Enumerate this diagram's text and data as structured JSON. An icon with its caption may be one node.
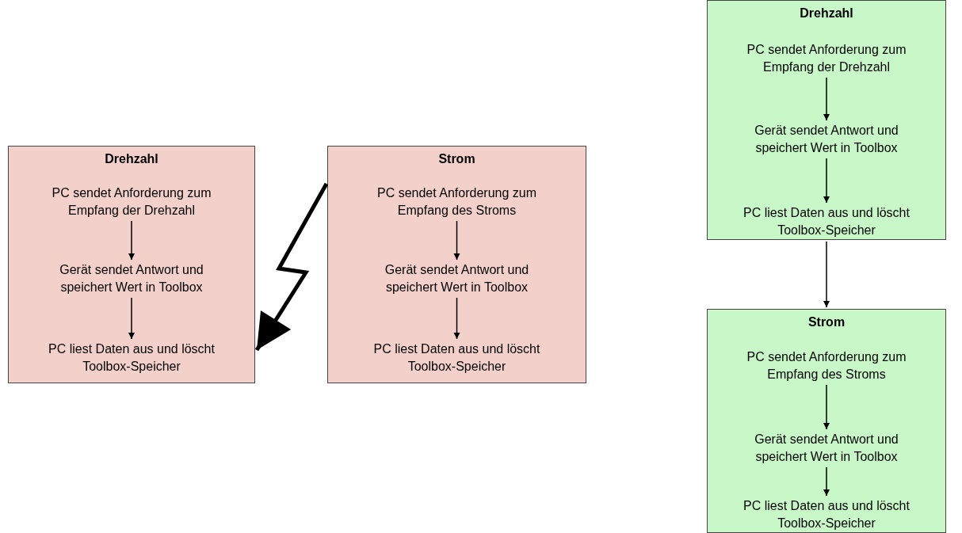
{
  "diagram": {
    "nodes": [
      {
        "text": [
          "Drehzahl"
        ]
      },
      {
        "text": [
          "PC sendet Anforderung zum Empfang der Drehzahl"
        ],
        "in": 0
      },
      {
        "text": [
          "Gerät sendet Antwort und speichert Wert in Toolbox"
        ],
        "in": 0
      },
      {
        "text": [
          "PC liest Daten aus und löscht Toolbox-Speicher"
        ],
        "in": 0
      },
      {
        "text": [
          "Strom"
        ]
      },
      {
        "text": [
          "PC sendet Anforderung zum Empfang des Stroms"
        ],
        "in": 4
      },
      {
        "text": [
          "Gerät sendet Antwort und speichert Wert in Toolbox"
        ],
        "in": 4
      },
      {
        "text": [
          "PC liest Daten aus und löscht Toolbox-Speicher"
        ],
        "in": 4
      },
      {
        "text": [
          "Drehzahl"
        ]
      },
      {
        "text": [
          "PC sendet Anforderung zum Empfang der Drehzahl"
        ],
        "in": 8
      },
      {
        "text": [
          "Gerät sendet Antwort und speichert Wert in Toolbox"
        ],
        "in": 8
      },
      {
        "text": [
          "PC liest Daten aus und löscht Toolbox-Speicher"
        ],
        "in": 8
      },
      {
        "text": [
          "Strom"
        ]
      },
      {
        "text": [
          "PC sendet Anforderung zum Empfang des Stroms"
        ],
        "in": 12
      },
      {
        "text": [
          "Gerät sendet Antwort und speichert Wert in Toolbox"
        ],
        "in": 12
      },
      {
        "text": [
          "PC liest Daten aus und löscht Toolbox-Speicher"
        ],
        "in": 12
      }
    ],
    "edges": [
      {
        "from": 1,
        "to": 2,
        "arrow": "to"
      },
      {
        "from": 2,
        "to": 3,
        "arrow": "to"
      },
      {
        "from": 5,
        "to": 6,
        "arrow": "to"
      },
      {
        "from": 6,
        "to": 7,
        "arrow": "to"
      },
      {
        "from": 4,
        "to": 0,
        "arrow": "to",
        "style": "thick"
      },
      {
        "from": 9,
        "to": 10,
        "arrow": "to"
      },
      {
        "from": 10,
        "to": 11,
        "arrow": "to"
      },
      {
        "from": 8,
        "to": 12,
        "arrow": "to"
      },
      {
        "from": 13,
        "to": 14,
        "arrow": "to"
      },
      {
        "from": 14,
        "to": 15,
        "arrow": "to"
      }
    ]
  }
}
